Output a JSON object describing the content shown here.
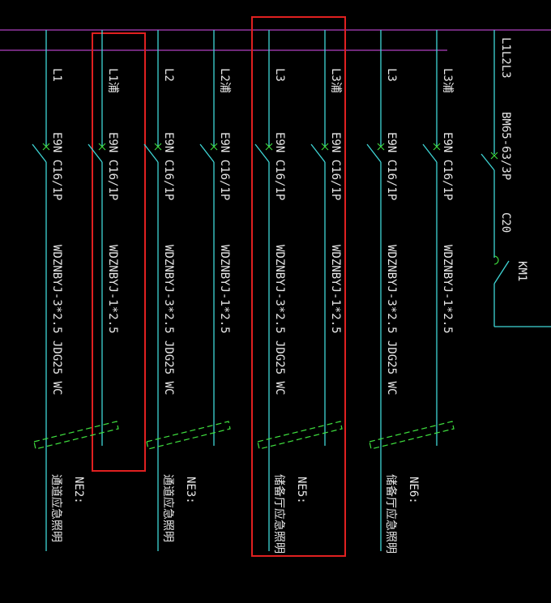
{
  "circuits": [
    {
      "phase": "L1",
      "breaker": "E9N C16/1P",
      "cable": "WDZNBYJ-3*2.5 JDG25 WC",
      "nodeId": "NE2:",
      "nodeDesc": "通道应急照明"
    },
    {
      "phase": "L1浦",
      "breaker": "E9N C16/1P",
      "cable": "WDZNBYJ-1*2.5",
      "nodeId": "",
      "nodeDesc": ""
    },
    {
      "phase": "L2",
      "breaker": "E9N C16/1P",
      "cable": "WDZNBYJ-3*2.5 JDG25 WC",
      "nodeId": "NE3:",
      "nodeDesc": "通道应急照明"
    },
    {
      "phase": "L2浦",
      "breaker": "E9N C16/1P",
      "cable": "WDZNBYJ-1*2.5",
      "nodeId": "",
      "nodeDesc": ""
    },
    {
      "phase": "L3",
      "breaker": "E9N C16/1P",
      "cable": "WDZNBYJ-3*2.5 JDG25 WC",
      "nodeId": "NE5:",
      "nodeDesc": "储备厅应急照明"
    },
    {
      "phase": "L3浦",
      "breaker": "E9N C16/1P",
      "cable": "WDZNBYJ-1*2.5",
      "nodeId": "",
      "nodeDesc": ""
    },
    {
      "phase": "L3",
      "breaker": "E9N C16/1P",
      "cable": "WDZNBYJ-3*2.5 JDG25 WC",
      "nodeId": "NE6:",
      "nodeDesc": "储备厅应急照明"
    },
    {
      "phase": "L3浦",
      "breaker": "E9N C16/1P",
      "cable": "WDZNBYJ-1*2.5",
      "nodeId": "",
      "nodeDesc": ""
    }
  ],
  "main": {
    "phase": "L1L2L3",
    "breaker": "BM65-63/3P",
    "rating": "C20",
    "contactor": "KM1"
  },
  "colors": {
    "wire": "#3fd6d6",
    "bus": "#b040c0",
    "marker": "#3fe03f",
    "highlight": "#e02020",
    "text": "#e8e8e8"
  }
}
